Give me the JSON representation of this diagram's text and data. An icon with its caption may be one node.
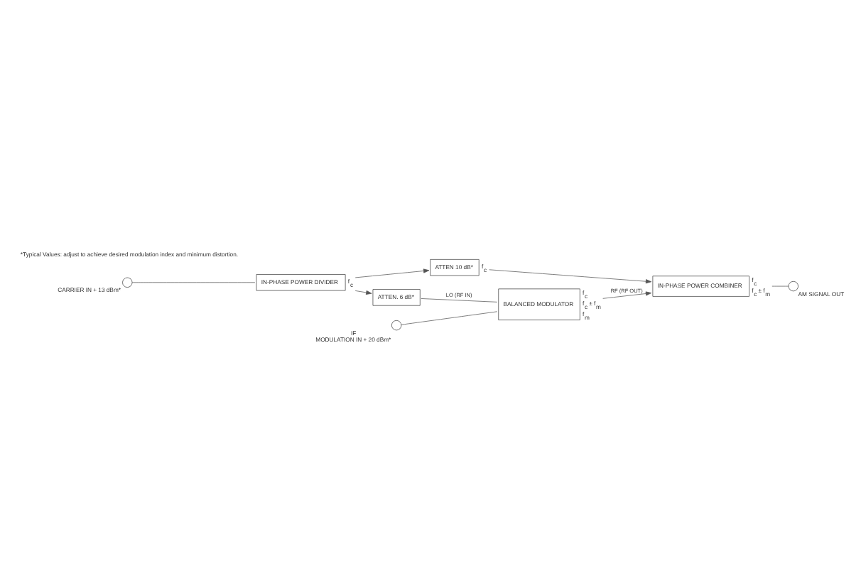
{
  "diagram": {
    "nodes": [
      {
        "text": [],
        "shape": "circle",
        "beside": [
          "CARRIER IN + 13 dBm*"
        ]
      },
      {
        "text": [
          "IN-PHASE POWER DIVIDER"
        ],
        "beside": [
          "f$_{c}$"
        ]
      },
      {
        "text": [
          "ATTEN 10 dB*"
        ],
        "beside": [
          "f$_{c}$"
        ]
      },
      {
        "text": [
          "ATTEN. 6 dB*"
        ]
      },
      {
        "text": [
          "IN-PHASE POWER COMBINER"
        ],
        "beside": [
          "f$_{c}$",
          "f$_{c}$ ± f$_{m}$"
        ]
      },
      {
        "text": [],
        "shape": "circle",
        "beside": [
          "AM SIGNAL OUT"
        ]
      },
      {
        "text": [
          "BALANCED MODULATOR"
        ],
        "beside": [
          "f$_{c}$",
          "f$_{c}$ ± f$_{m}$",
          "f$_{m}$"
        ]
      },
      {
        "text": [],
        "shape": "circle",
        "beside": [
          "IF",
          "MODULATION IN + 20 dBm*"
        ]
      }
    ],
    "edges": [
      {
        "from": 0,
        "to": 1,
        "arrow": "none"
      },
      {
        "from": 1,
        "to": 2,
        "arrow": "to"
      },
      {
        "from": 1,
        "to": 3,
        "arrow": "to"
      },
      {
        "from": 2,
        "to": 4,
        "arrow": "to"
      },
      {
        "from": 3,
        "to": 6,
        "label": "LO (RF IN)",
        "arrow": "none"
      },
      {
        "from": 6,
        "to": 4,
        "label": "RF (RF OUT)",
        "arrow": "to"
      },
      {
        "from": 4,
        "to": 5,
        "arrow": "none"
      },
      {
        "from": 7,
        "to": 6,
        "arrow": "none"
      }
    ],
    "labels": [
      "*Typical Values: adjust to achieve desired modulation index and minimum distortion."
    ]
  }
}
